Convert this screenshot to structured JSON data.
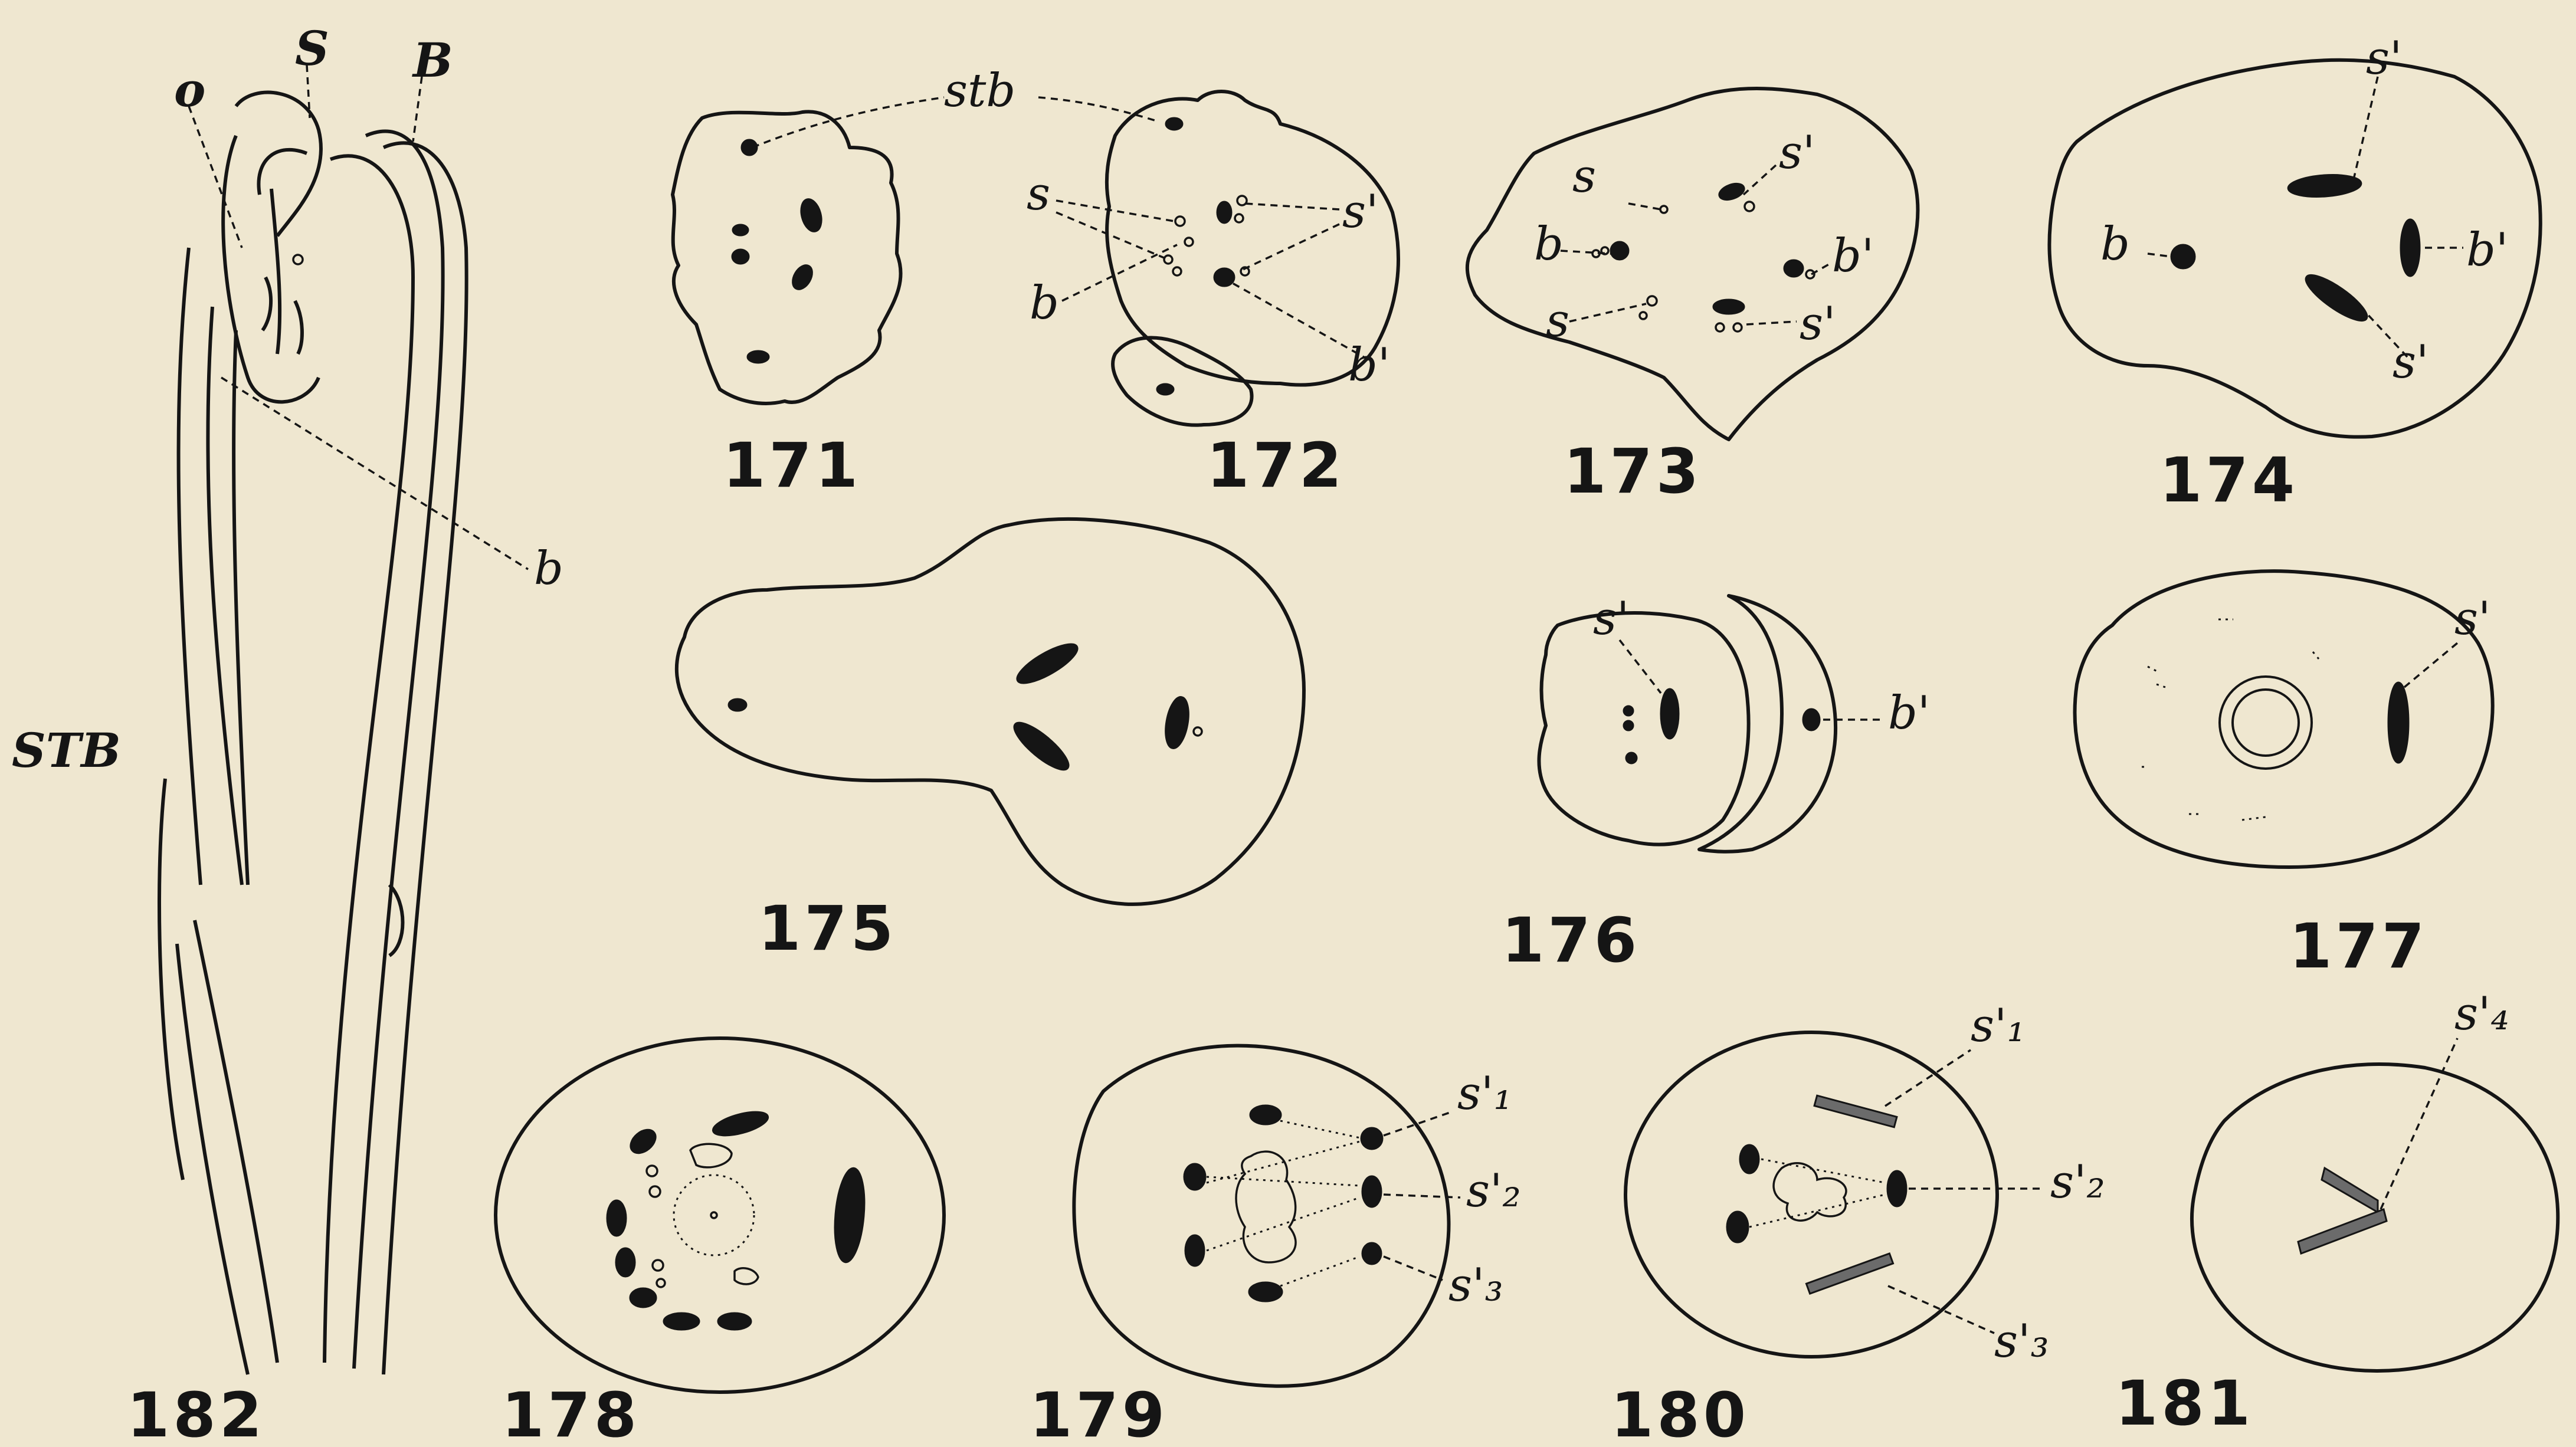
{
  "figures": {
    "f171": "171",
    "f172": "172",
    "f173": "173",
    "f174": "174",
    "f175": "175",
    "f176": "176",
    "f177": "177",
    "f178": "178",
    "f179": "179",
    "f180": "180",
    "f181": "181",
    "f182": "182"
  },
  "labels": {
    "o": "o",
    "S": "S",
    "B": "B",
    "STB": "STB",
    "b": "b",
    "stb": "stb",
    "s": "s",
    "s_prime": "s'",
    "b_prime": "b'",
    "s1_prime": "s'₁",
    "s2_prime": "s'₂",
    "s3_prime": "s'₃",
    "s4_prime": "s'₄"
  }
}
